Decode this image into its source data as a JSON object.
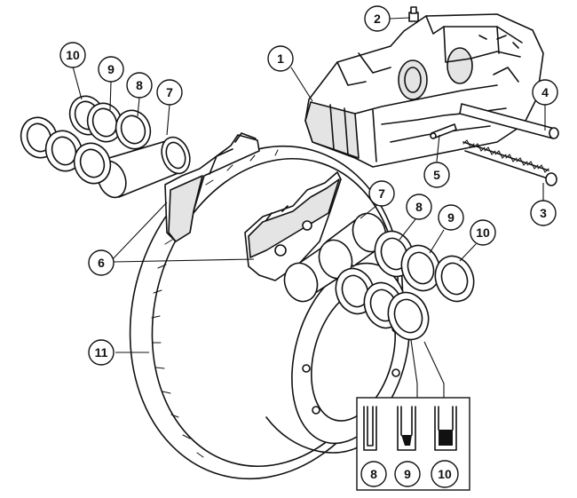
{
  "callouts": {
    "c1": "1",
    "c2": "2",
    "c3": "3",
    "c4": "4",
    "c5": "5",
    "c6": "6",
    "c7a": "7",
    "c7b": "7",
    "c8a": "8",
    "c8b": "8",
    "c8c": "8",
    "c9a": "9",
    "c9b": "9",
    "c9c": "9",
    "c10a": "10",
    "c10b": "10",
    "c10c": "10",
    "c11": "11"
  }
}
